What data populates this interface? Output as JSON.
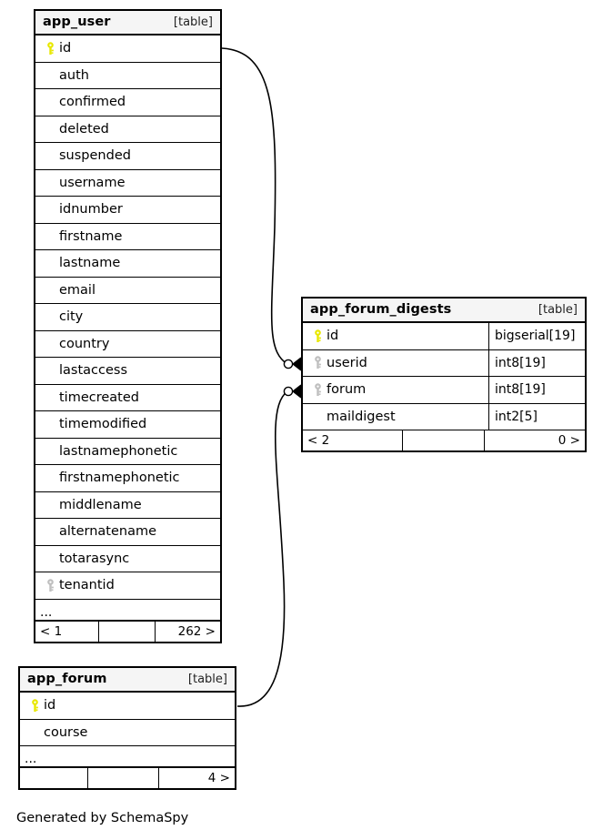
{
  "diagram": {
    "caption": "Generated by SchemaSpy",
    "kind_label": "[table]",
    "ellipsis": "...",
    "icons": {
      "primary_key": "key-icon",
      "foreign_key": "key-icon"
    },
    "colors": {
      "primary_key": "#e8e800",
      "foreign_key": "#bfbfbf",
      "header_background": "#f5f5f5",
      "border": "#000000",
      "background": "#ffffff"
    }
  },
  "tables": [
    {
      "id": "app_user",
      "name": "app_user",
      "kind": "[table]",
      "columns": [
        {
          "name": "id",
          "key": "primary",
          "type": ""
        },
        {
          "name": "auth",
          "key": "none",
          "type": ""
        },
        {
          "name": "confirmed",
          "key": "none",
          "type": ""
        },
        {
          "name": "deleted",
          "key": "none",
          "type": ""
        },
        {
          "name": "suspended",
          "key": "none",
          "type": ""
        },
        {
          "name": "username",
          "key": "none",
          "type": ""
        },
        {
          "name": "idnumber",
          "key": "none",
          "type": ""
        },
        {
          "name": "firstname",
          "key": "none",
          "type": ""
        },
        {
          "name": "lastname",
          "key": "none",
          "type": ""
        },
        {
          "name": "email",
          "key": "none",
          "type": ""
        },
        {
          "name": "city",
          "key": "none",
          "type": ""
        },
        {
          "name": "country",
          "key": "none",
          "type": ""
        },
        {
          "name": "lastaccess",
          "key": "none",
          "type": ""
        },
        {
          "name": "timecreated",
          "key": "none",
          "type": ""
        },
        {
          "name": "timemodified",
          "key": "none",
          "type": ""
        },
        {
          "name": "lastnamephonetic",
          "key": "none",
          "type": ""
        },
        {
          "name": "firstnamephonetic",
          "key": "none",
          "type": ""
        },
        {
          "name": "middlename",
          "key": "none",
          "type": ""
        },
        {
          "name": "alternatename",
          "key": "none",
          "type": ""
        },
        {
          "name": "totarasync",
          "key": "none",
          "type": ""
        },
        {
          "name": "tenantid",
          "key": "foreign",
          "type": ""
        }
      ],
      "has_ellipsis": true,
      "footer": {
        "left": "< 1",
        "middle": "",
        "right": "262 >"
      }
    },
    {
      "id": "app_forum_digests",
      "name": "app_forum_digests",
      "kind": "[table]",
      "columns": [
        {
          "name": "id",
          "key": "primary",
          "type": "bigserial[19]"
        },
        {
          "name": "userid",
          "key": "foreign",
          "type": "int8[19]"
        },
        {
          "name": "forum",
          "key": "foreign",
          "type": "int8[19]"
        },
        {
          "name": "maildigest",
          "key": "none",
          "type": "int2[5]"
        }
      ],
      "has_ellipsis": false,
      "footer": {
        "left": "< 2",
        "middle": "",
        "right": "0 >"
      }
    },
    {
      "id": "app_forum",
      "name": "app_forum",
      "kind": "[table]",
      "columns": [
        {
          "name": "id",
          "key": "primary",
          "type": ""
        },
        {
          "name": "course",
          "key": "none",
          "type": ""
        }
      ],
      "has_ellipsis": true,
      "footer": {
        "left": "",
        "middle": "",
        "right": "4 >"
      }
    }
  ],
  "relationships": [
    {
      "name": "app_user-id-to-app_forum_digests-userid",
      "from_table": "app_user",
      "from_column": "id",
      "to_table": "app_forum_digests",
      "to_column": "userid",
      "cardinality": "zero-or-many"
    },
    {
      "name": "app_forum-id-to-app_forum_digests-forum",
      "from_table": "app_forum",
      "from_column": "id",
      "to_table": "app_forum_digests",
      "to_column": "forum",
      "cardinality": "zero-or-many"
    }
  ]
}
